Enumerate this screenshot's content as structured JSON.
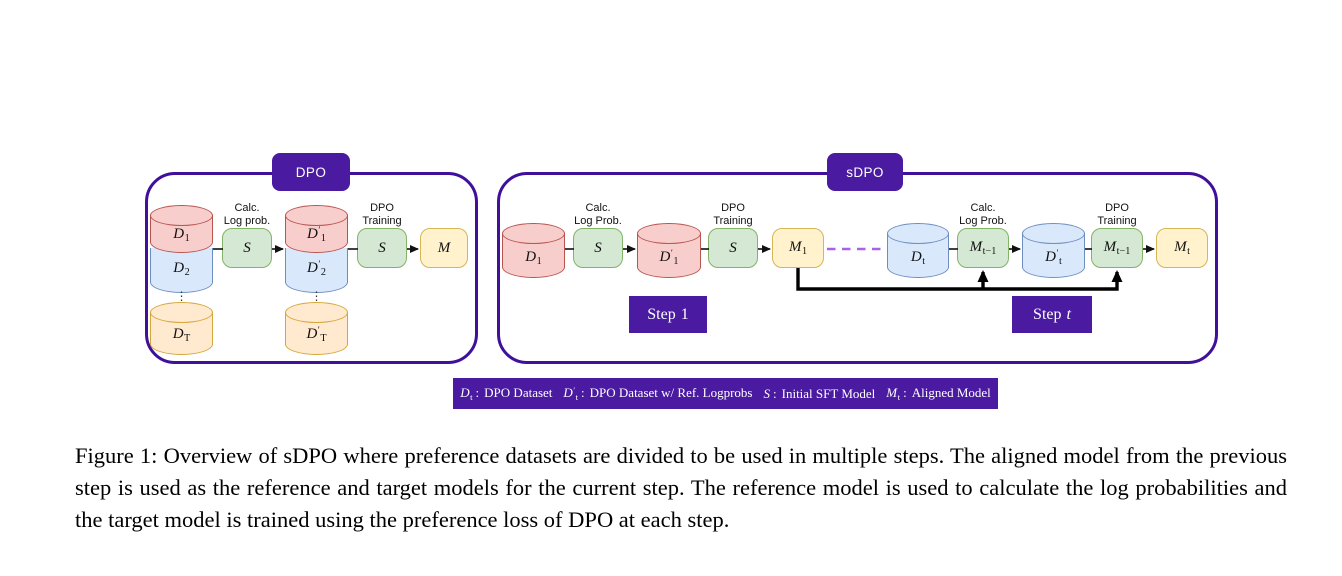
{
  "colors": {
    "accent_purple": "#4a1aa0",
    "panel_border_purple": "#40109b",
    "dashed_link_purple": "#aa60e8",
    "dataset_red_fill": "#f8cecc",
    "dataset_red_stroke": "#b85450",
    "dataset_blue_fill": "#dae8fc",
    "dataset_blue_stroke": "#6c8ebf",
    "dataset_orange_fill": "#ffe9cf",
    "dataset_orange_stroke": "#d4a73a",
    "model_green_fill": "#d5e8d4",
    "model_green_stroke": "#82b366",
    "model_yellow_fill": "#fff2cc",
    "model_yellow_stroke": "#d6b656"
  },
  "dpo_panel": {
    "badge": "DPO",
    "calc_label": "Calc.\nLog prob.",
    "train_label": "DPO\nTraining",
    "dots": "⋮",
    "cyl_d1": {
      "base": "D",
      "sub": "1"
    },
    "cyl_d2": {
      "base": "D",
      "sub": "2"
    },
    "cyl_dT": {
      "base": "D",
      "sub": "T"
    },
    "cyl_d1p": {
      "base": "D",
      "prime": true,
      "sub": "1"
    },
    "cyl_d2p": {
      "base": "D",
      "prime": true,
      "sub": "2"
    },
    "cyl_dTp": {
      "base": "D",
      "prime": true,
      "sub": "T"
    },
    "box_s1": {
      "base": "S"
    },
    "box_s2": {
      "base": "S"
    },
    "box_m": {
      "base": "M"
    }
  },
  "sdpo_panel": {
    "badge": "sDPO",
    "calc_label_1": "Calc.\nLog Prob.",
    "train_label_1": "DPO\nTraining",
    "calc_label_2": "Calc.\nLog Prob.",
    "train_label_2": "DPO\nTraining",
    "cyl_d1": {
      "base": "D",
      "sub": "1"
    },
    "cyl_d1p": {
      "base": "D",
      "prime": true,
      "sub": "1"
    },
    "cyl_dt": {
      "base": "D",
      "sub": "t"
    },
    "cyl_dtp": {
      "base": "D",
      "prime": true,
      "sub": "t"
    },
    "box_s1": {
      "base": "S"
    },
    "box_s2": {
      "base": "S"
    },
    "box_m1": {
      "base": "M",
      "sub": "1"
    },
    "box_mt1a": {
      "base": "M",
      "sub": "t−1"
    },
    "box_mt1b": {
      "base": "M",
      "sub": "t−1"
    },
    "box_mt": {
      "base": "M",
      "sub": "t"
    },
    "step1": {
      "prefix": "Step",
      "var": "1"
    },
    "stept": {
      "prefix": "Step",
      "var": "t"
    }
  },
  "legend": {
    "colon": ":",
    "items": [
      {
        "sym": {
          "base": "D",
          "sub": "t"
        },
        "desc": "DPO Dataset"
      },
      {
        "sym": {
          "base": "D",
          "prime": true,
          "sub": "t"
        },
        "desc": "DPO Dataset w/ Ref. Logprobs"
      },
      {
        "sym": {
          "base": "S"
        },
        "desc": "Initial SFT Model"
      },
      {
        "sym": {
          "base": "M",
          "sub": "t"
        },
        "desc": "Aligned Model"
      }
    ]
  },
  "caption": "Figure 1: Overview of sDPO where preference datasets are divided to be used in multiple steps. The aligned model from the previous step is used as the reference and target models for the current step. The reference model is used to calculate the log probabilities and the target model is trained using the preference loss of DPO at each step."
}
